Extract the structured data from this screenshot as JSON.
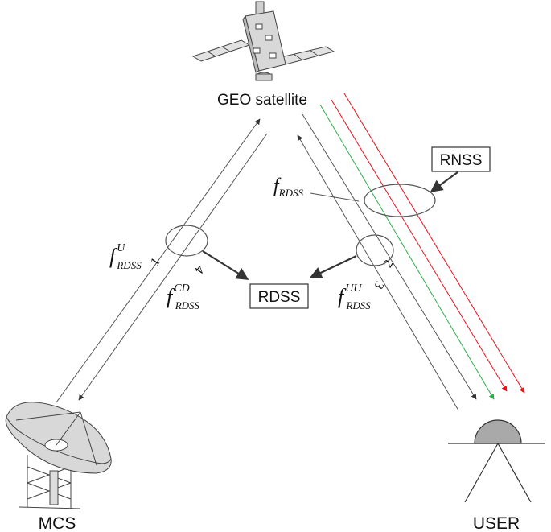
{
  "nodes": {
    "satellite": {
      "label": "GEO satellite"
    },
    "mcs": {
      "label": "MCS"
    },
    "user": {
      "label": "USER"
    },
    "rnss_box": {
      "label": "RNSS"
    },
    "rdss_box": {
      "label": "RDSS"
    }
  },
  "frequencies": {
    "uplink_mcs": {
      "base": "f",
      "sup": "U",
      "sub": "RDSS"
    },
    "downlink_mcs": {
      "base": "f",
      "sup": "CD",
      "sub": "RDSS"
    },
    "uplink_user": {
      "base": "f",
      "sup": "UU",
      "sub": "RDSS"
    },
    "downlink_user": {
      "base": "f",
      "sup": "",
      "sub": "RDSS"
    }
  },
  "link_numbers": {
    "n1": "1",
    "n2": "2",
    "n3": "3",
    "n4": "4"
  },
  "colors": {
    "line": "#555555",
    "green": "#2fae4a",
    "red": "#e0141e",
    "dish_gray": "#a9a9a9"
  }
}
